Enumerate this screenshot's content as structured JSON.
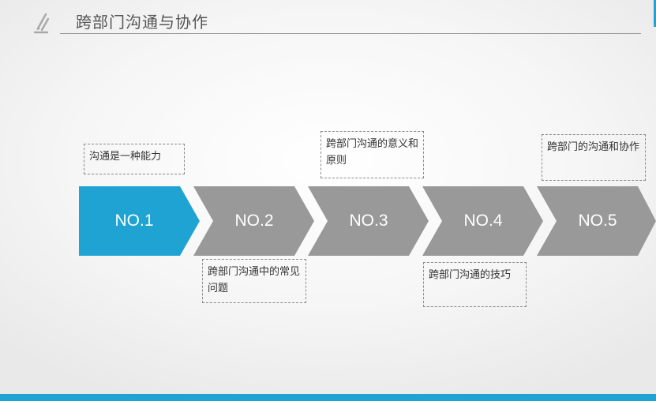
{
  "slide": {
    "title": "跨部门沟通与协作"
  },
  "colors": {
    "accent": "#1ea3d2",
    "chevron_gray": "#999999",
    "text_white": "#ffffff"
  },
  "icons": {
    "header": "pencil-icon"
  },
  "steps": [
    {
      "label": "NO.1",
      "note": "沟通是一种能力"
    },
    {
      "label": "NO.2",
      "note": "跨部门沟通中的常见问题"
    },
    {
      "label": "NO.3",
      "note": "跨部门沟通的意义和原则"
    },
    {
      "label": "NO.4",
      "note": "跨部门沟通的技巧"
    },
    {
      "label": "NO.5",
      "note": "跨部门的沟通和协作"
    }
  ]
}
